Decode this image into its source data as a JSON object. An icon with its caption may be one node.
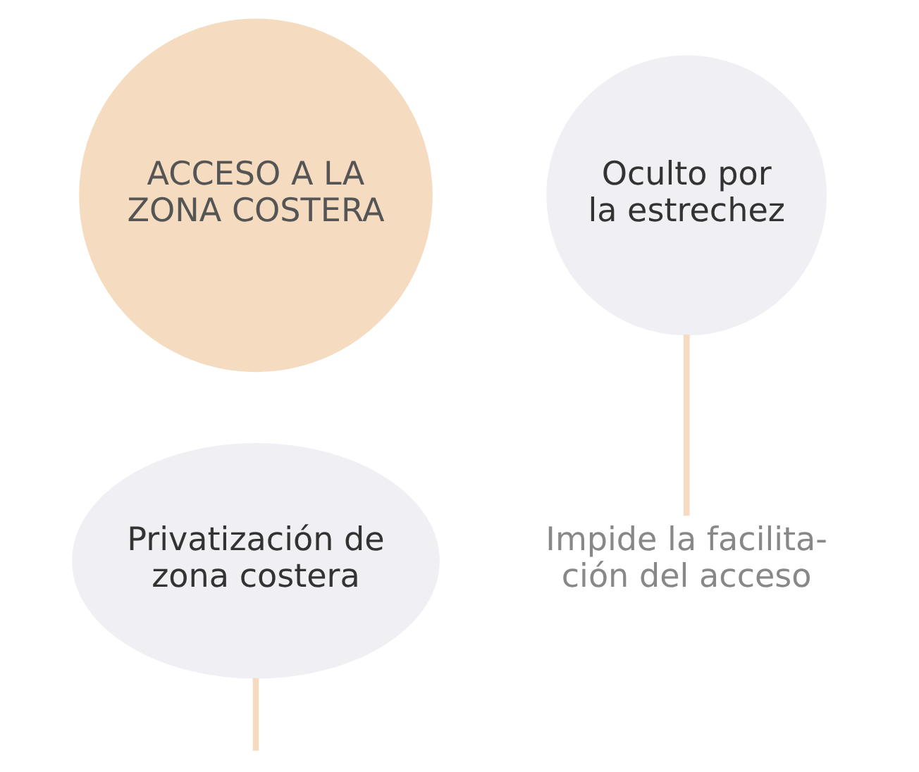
{
  "diagram": {
    "nodes": [
      {
        "text": [
          "ACCESO A LA ZONA COSTERA"
        ]
      },
      {
        "text": [
          "Oculto por la estrechez"
        ]
      },
      {
        "text": [
          "Privatización de zona costera"
        ]
      },
      {
        "text": [
          "Impide la facilita- ción del acceso"
        ]
      }
    ],
    "edges": [
      {
        "from": 1,
        "to": 3,
        "arrow": "none"
      },
      {
        "from": 2,
        "to": null,
        "arrow": "none"
      }
    ]
  }
}
